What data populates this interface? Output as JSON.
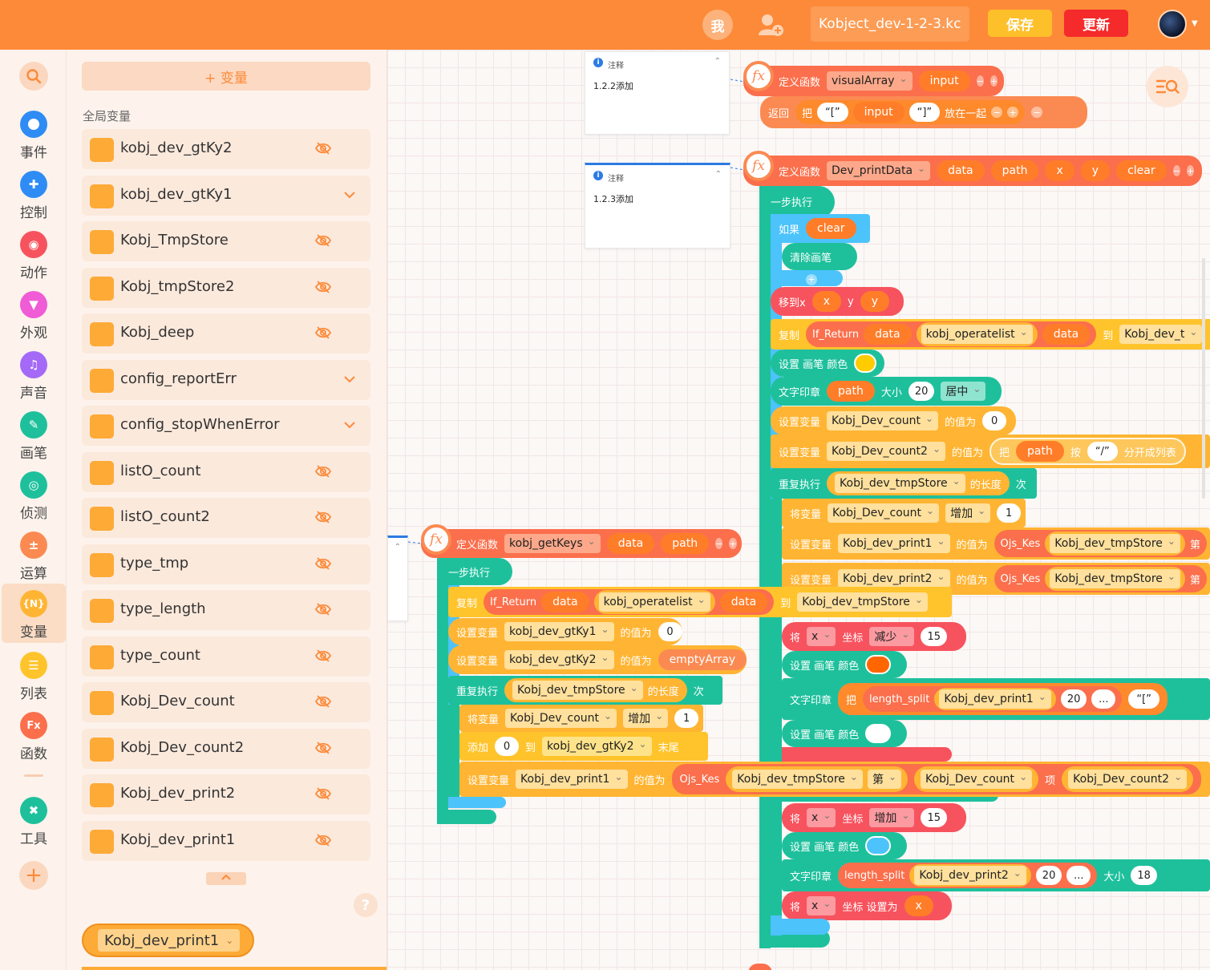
{
  "topbar": {
    "me_label": "我",
    "project_name": "Kobject_dev-1-2-3.kc",
    "save_label": "保存",
    "update_label": "更新",
    "colors": {
      "bar": "#fd8a39",
      "save": "#fec02a",
      "update": "#f52a2a"
    }
  },
  "categories": [
    {
      "label": "事件",
      "color": "#2f8cf5",
      "icon": "toggle-icon"
    },
    {
      "label": "控制",
      "color": "#2f8cf5",
      "icon": "gamepad-icon"
    },
    {
      "label": "动作",
      "color": "#f7535e",
      "icon": "ghost-icon"
    },
    {
      "label": "外观",
      "color": "#f05bd6",
      "icon": "shirt-icon"
    },
    {
      "label": "声音",
      "color": "#a46af7",
      "icon": "music-icon"
    },
    {
      "label": "画笔",
      "color": "#1ec09c",
      "icon": "pen-icon"
    },
    {
      "label": "侦测",
      "color": "#1ec09c",
      "icon": "target-icon"
    },
    {
      "label": "运算",
      "color": "#fb8a52",
      "icon": "calc-icon"
    },
    {
      "label": "变量",
      "color": "#ffb533",
      "icon": "variable-icon",
      "glyph": "{N}"
    },
    {
      "label": "列表",
      "color": "#ffc42c",
      "icon": "list-icon"
    },
    {
      "label": "函数",
      "color": "#fb6f4c",
      "icon": "function-icon",
      "glyph": "Fx"
    },
    {
      "label": "工具",
      "color": "#1ec09c",
      "icon": "tools-icon"
    }
  ],
  "variables_panel": {
    "add_label": "+ 变量",
    "section_label": "全局变量",
    "items": [
      {
        "name": "kobj_dev_gtKy2",
        "icon": "eye-off-icon"
      },
      {
        "name": "kobj_dev_gtKy1",
        "icon": "chevron-down-icon"
      },
      {
        "name": "Kobj_TmpStore",
        "icon": "eye-off-icon"
      },
      {
        "name": "Kobj_tmpStore2",
        "icon": "eye-off-icon"
      },
      {
        "name": "Kobj_deep",
        "icon": "eye-off-icon"
      },
      {
        "name": "config_reportErr",
        "icon": "chevron-down-icon"
      },
      {
        "name": "config_stopWhenError",
        "icon": "chevron-down-icon"
      },
      {
        "name": "listO_count",
        "icon": "eye-off-icon"
      },
      {
        "name": "listO_count2",
        "icon": "eye-off-icon"
      },
      {
        "name": "type_tmp",
        "icon": "eye-off-icon"
      },
      {
        "name": "type_length",
        "icon": "eye-off-icon"
      },
      {
        "name": "type_count",
        "icon": "eye-off-icon"
      },
      {
        "name": "Kobj_Dev_count",
        "icon": "eye-off-icon"
      },
      {
        "name": "Kobj_Dev_count2",
        "icon": "eye-off-icon"
      },
      {
        "name": "Kobj_dev_print2",
        "icon": "eye-off-icon"
      },
      {
        "name": "Kobj_dev_print1",
        "icon": "eye-off-icon"
      }
    ],
    "help_label": "?",
    "bottom_block_var": "Kobj_dev_print1"
  },
  "comments": [
    {
      "header": "注释",
      "text": "1.2.2添加"
    },
    {
      "header": "注释",
      "text": "1.2.3添加"
    }
  ],
  "blocks": {
    "define_fn": "定义函数",
    "visualArray": {
      "name": "visualArray",
      "param": "input"
    },
    "return": {
      "ret": "返回",
      "join": "把",
      "open": "“[”",
      "input": "input",
      "close": "“]”",
      "together": "放在一起"
    },
    "printData": {
      "name": "Dev_printData",
      "params": [
        "data",
        "path",
        "x",
        "y",
        "clear"
      ]
    },
    "step": "一步执行",
    "if_label": "如果",
    "if_cond": "clear",
    "clear_pen": "清除画笔",
    "moveto": {
      "label": "移到x",
      "x": "x",
      "ylbl": "y",
      "y": "y"
    },
    "copy": {
      "label": "复制",
      "fn": "If_Return",
      "data": "data",
      "var": "kobj_operatelist",
      "data2": "data",
      "to": "到",
      "target": "Kobj_dev_t"
    },
    "set_pen_color": "设置 画笔 颜色",
    "stamp": {
      "label": "文字印章",
      "path": "path",
      "size_lbl": "大小",
      "size": "20",
      "align": "居中"
    },
    "set_var": "设置变量",
    "value_of": "的值为",
    "count_var": "Kobj_Dev_count",
    "count_val": "0",
    "count2_var": "Kobj_Dev_count2",
    "split": {
      "take": "把",
      "path": "path",
      "by": "按",
      "sep": "“/”",
      "to_list": "分开成列表"
    },
    "repeat": {
      "label": "重复执行",
      "var": "Kobj_dev_tmpStore",
      "len": "的长度",
      "times": "次"
    },
    "change": {
      "label": "将变量",
      "var": "Kobj_Dev_count",
      "op": "增加",
      "val": "1"
    },
    "print1_var": "Kobj_dev_print1",
    "print2_var": "Kobj_dev_print2",
    "ojs_kes": "Ojs_Kes",
    "tmpstore": "Kobj_dev_tmpStore",
    "nth": "第",
    "xcoord": {
      "label": "将",
      "axis": "x",
      "coord": "坐标",
      "dec": "减少",
      "val": "15",
      "inc": "增加",
      "set": "坐标 设置为",
      "setval": "x"
    },
    "length_split": "length_split",
    "stamp_mid": {
      "take": "把",
      "size": "20",
      "dots": "...",
      "bracket": "“[”",
      "size_lbl": "大小",
      "size2": "18"
    },
    "getKeys": {
      "name": "kobj_getKeys",
      "params": [
        "data",
        "path"
      ]
    },
    "copy2": {
      "target": "Kobj_dev_tmpStore"
    },
    "gtKy1": "kobj_dev_gtKy1",
    "gtKy2": "kobj_dev_gtKy2",
    "empty_array": "emptyArray",
    "add": {
      "label": "添加",
      "val": "0",
      "to": "到",
      "var": "kobj_dev_gtKy2",
      "end": "末尾"
    },
    "item": "项",
    "count_label": "Kobj_Dev_count",
    "count2_label": "Kobj_Dev_count2"
  }
}
